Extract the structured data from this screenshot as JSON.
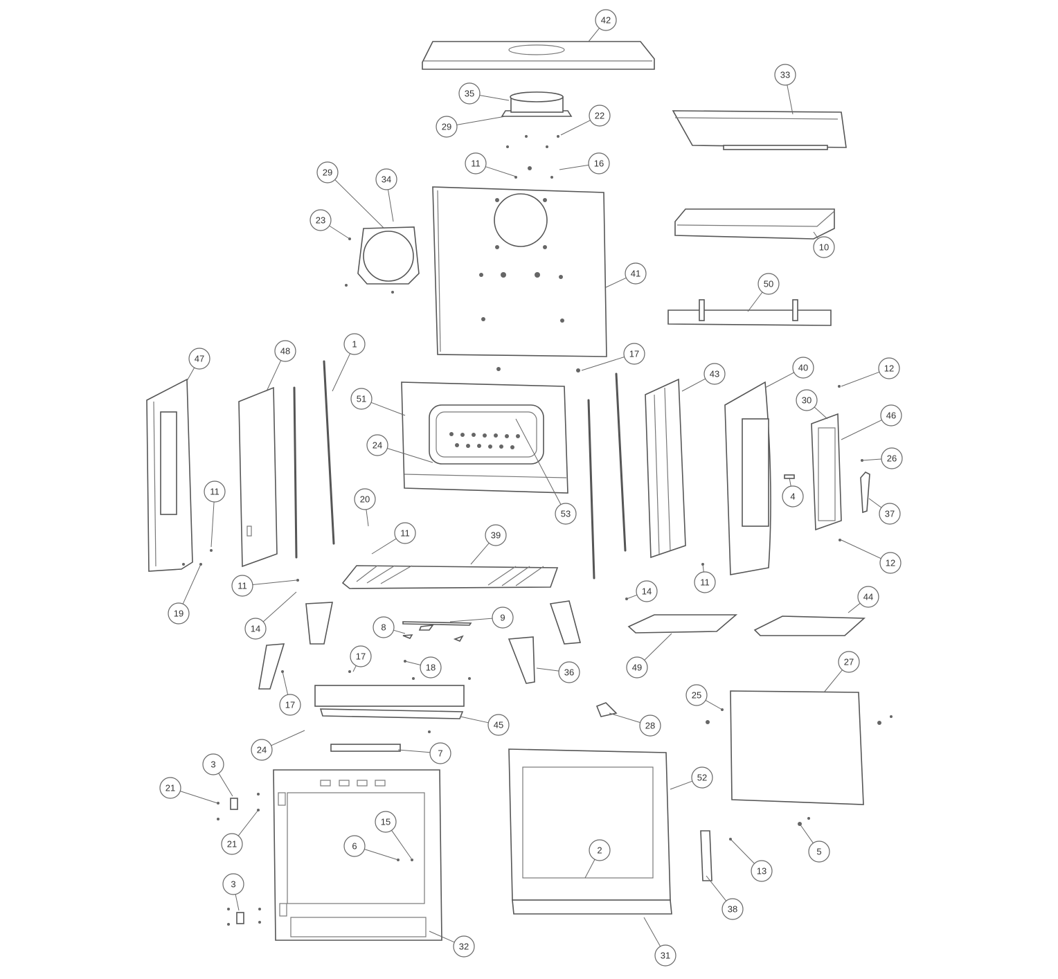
{
  "diagram": {
    "type": "exploded-parts-diagram",
    "callouts": [
      "42",
      "35",
      "29",
      "22",
      "11",
      "16",
      "29",
      "34",
      "23",
      "33",
      "10",
      "41",
      "50",
      "1",
      "47",
      "48",
      "17",
      "43",
      "40",
      "12",
      "51",
      "30",
      "46",
      "26",
      "24",
      "4",
      "37",
      "53",
      "11",
      "20",
      "11",
      "39",
      "12",
      "11",
      "11",
      "14",
      "19",
      "14",
      "9",
      "8",
      "44",
      "49",
      "17",
      "18",
      "36",
      "17",
      "27",
      "25",
      "28",
      "45",
      "24",
      "7",
      "3",
      "21",
      "21",
      "52",
      "15",
      "6",
      "2",
      "13",
      "5",
      "3",
      "38",
      "32",
      "31"
    ]
  }
}
